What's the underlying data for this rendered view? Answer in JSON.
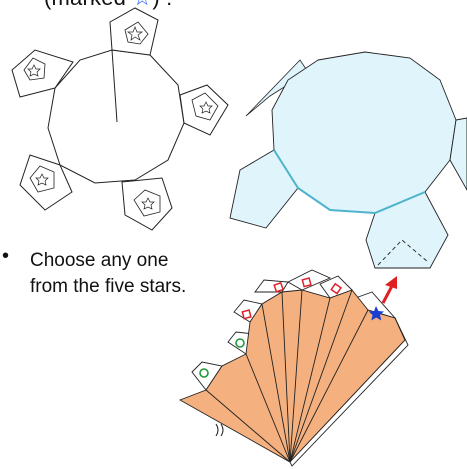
{
  "caption": {
    "prefix": "(marked ",
    "star_glyph": "☆",
    "suffix": ") :"
  },
  "instruction": {
    "bullet": "•",
    "line1": "Choose any one",
    "line2": "from the five stars."
  },
  "colors": {
    "paper_blue": "#dff4fb",
    "paper_blue_edge": "#4fb3cc",
    "paper_orange": "#f4b07e",
    "paper_white": "#ffffff",
    "line": "#222222",
    "arrow": "#e02020",
    "star_blue": "#1b3fd1",
    "mark_red": "#e0202a",
    "mark_green": "#1f9a3a"
  }
}
